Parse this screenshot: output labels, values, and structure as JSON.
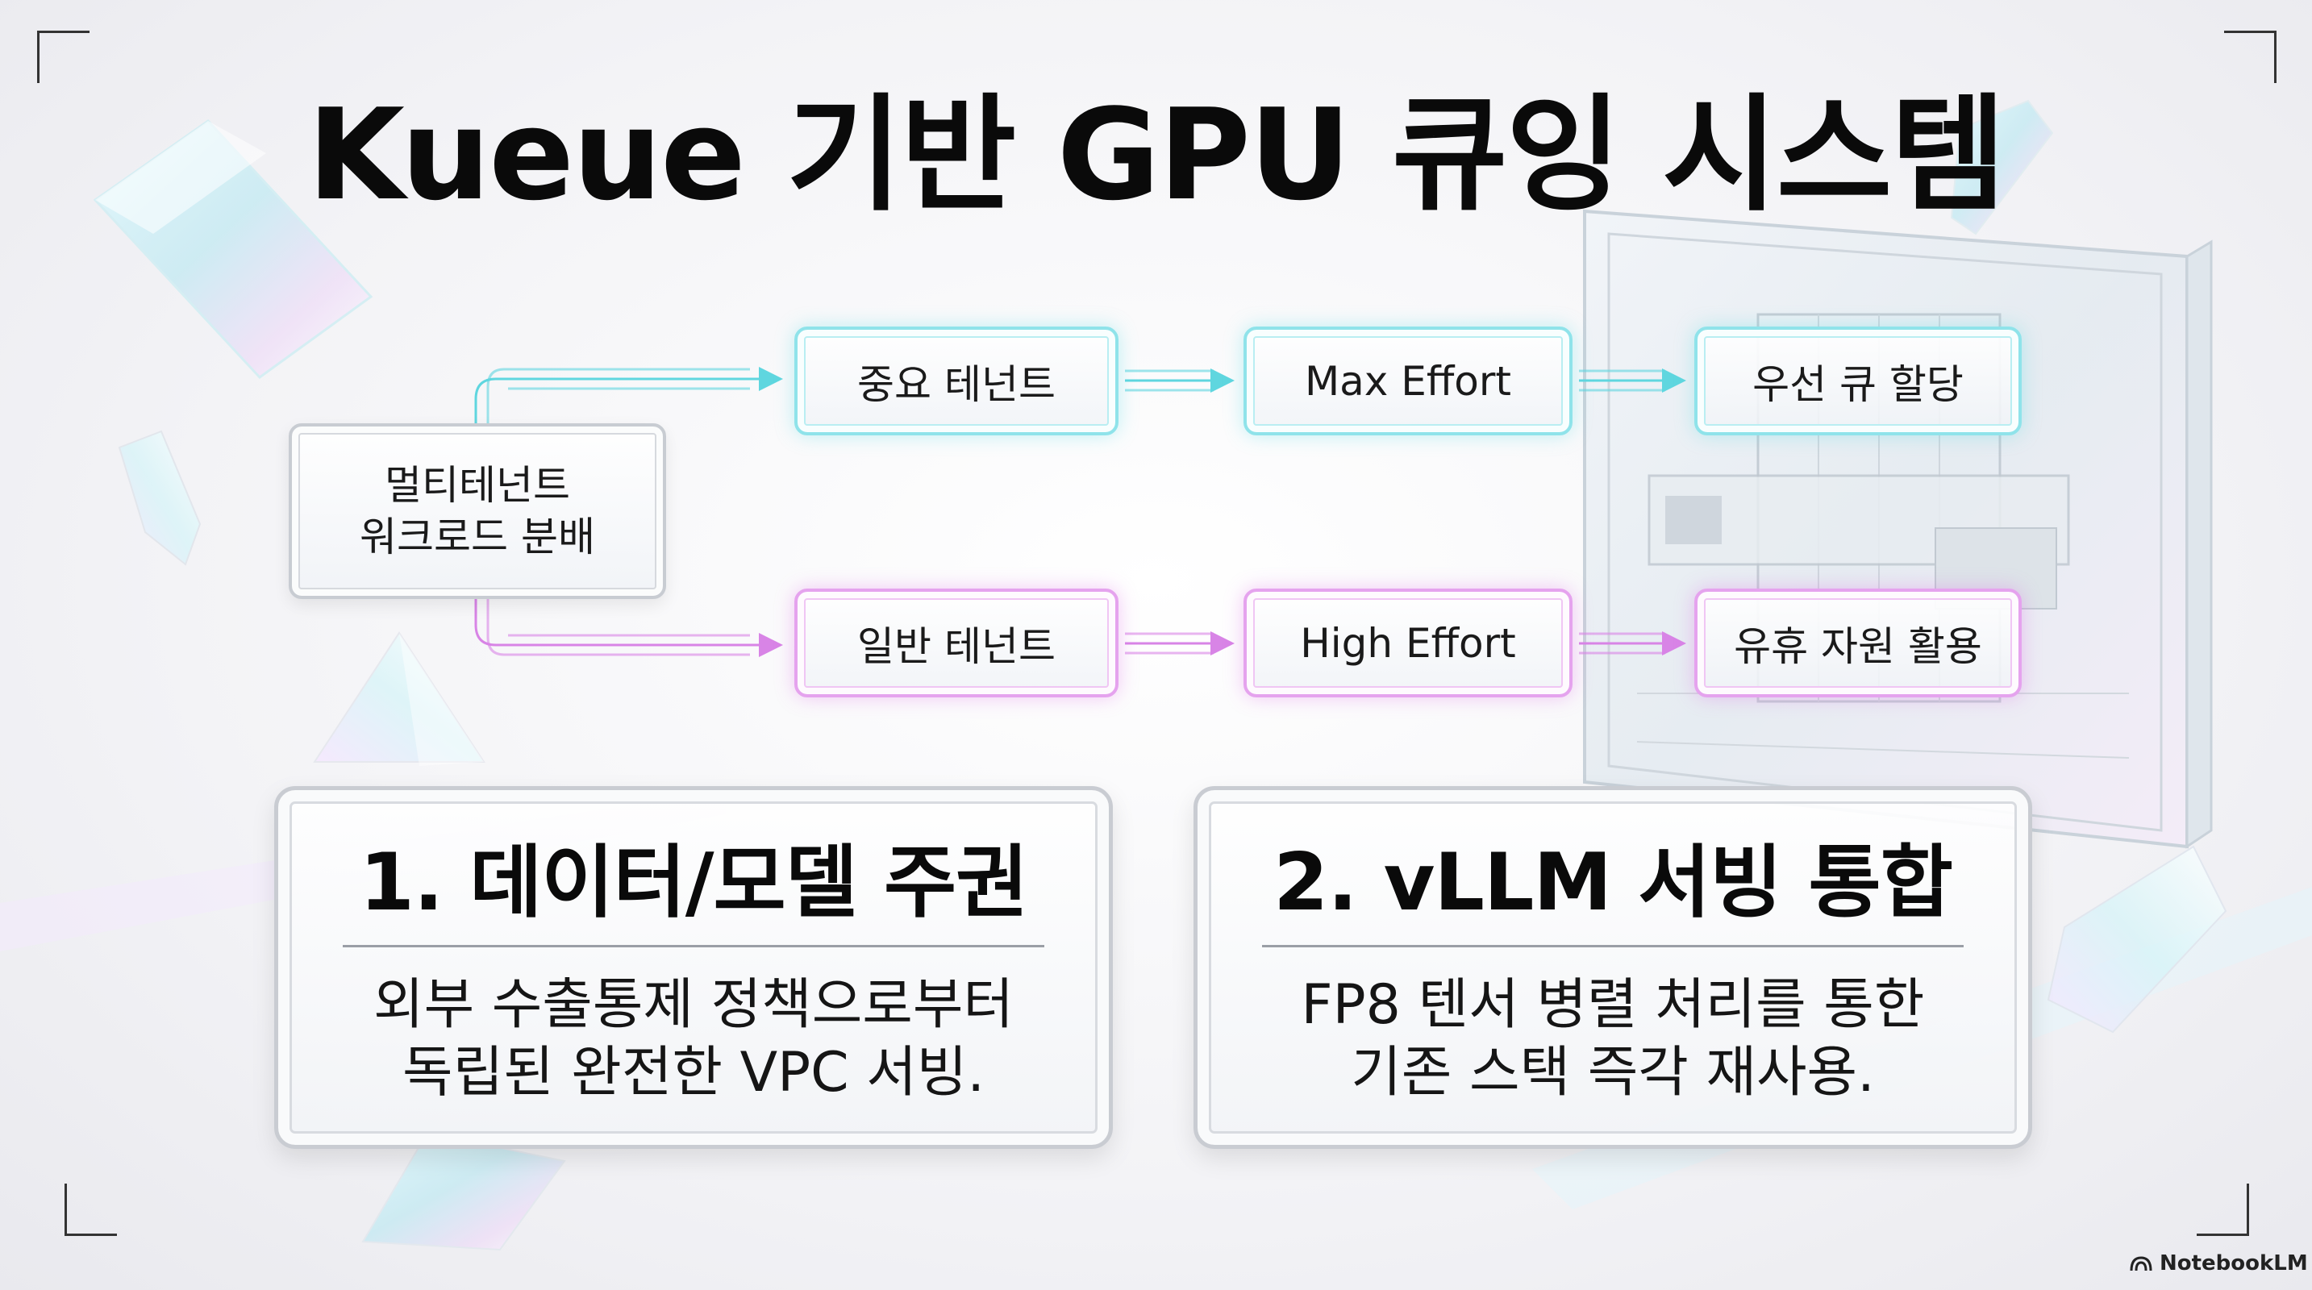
{
  "title": "Kueue 기반 GPU 큐잉 시스템",
  "source_node": {
    "line1": "멀티테넌트",
    "line2": "워크로드 분배"
  },
  "top_flow": [
    "중요 테넌트",
    "Max Effort",
    "우선 큐 할당"
  ],
  "bottom_flow": [
    "일반 테넌트",
    "High Effort",
    "유휴 자원 활용"
  ],
  "cards": [
    {
      "title": "1. 데이터/모델 주권",
      "line1": "외부 수출통제 정책으로부터",
      "line2": "독립된 완전한 VPC 서빙."
    },
    {
      "title": "2. vLLM 서빙 통합",
      "line1": "FP8 텐서 병렬 처리를 통한",
      "line2": "기존 스택 즉각 재사용."
    }
  ],
  "brand": "NotebookLM",
  "colors": {
    "top_accent": "#5fd6df",
    "bottom_accent": "#d884e6",
    "text": "#111111"
  },
  "icons": {
    "brand": "notebooklm-logo-icon"
  }
}
